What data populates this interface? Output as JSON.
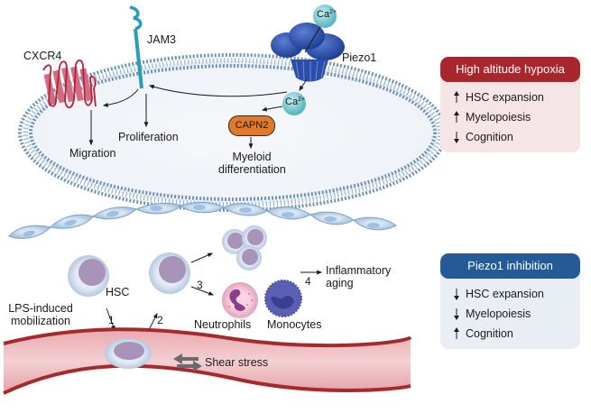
{
  "membrane_proteins": {
    "cxcr4": "CXCR4",
    "jam3": "JAM3",
    "piezo1": "Piezo1"
  },
  "ions": {
    "ca_outside": {
      "base": "Ca",
      "charge": "2+"
    },
    "ca_inside": {
      "base": "Ca",
      "charge": "2+"
    }
  },
  "intracellular": {
    "capn2": "CAPN2",
    "migration": "Migration",
    "proliferation": "Proliferation",
    "myeloid_line1": "Myeloid",
    "myeloid_line2": "differentiation"
  },
  "niche": {
    "hsc": "HSC",
    "lps_line1": "LPS-induced",
    "lps_line2": "mobilization",
    "step1": "1",
    "step2": "2",
    "step3": "3",
    "step4": "4",
    "neutrophils": "Neutrophils",
    "monocytes": "Monocytes",
    "inflammatory_line1": "Inflammatory",
    "inflammatory_line2": "aging",
    "shear_stress": "Shear stress"
  },
  "panels": [
    {
      "title": "High altitude hypoxia",
      "color": "#a8262c",
      "items": [
        {
          "label": "HSC expansion",
          "direction": "up"
        },
        {
          "label": "Myelopoiesis",
          "direction": "up"
        },
        {
          "label": "Cognition",
          "direction": "down"
        }
      ]
    },
    {
      "title": "Piezo1 inhibition",
      "color": "#245a96",
      "items": [
        {
          "label": "HSC expansion",
          "direction": "down"
        },
        {
          "label": "Myelopoiesis",
          "direction": "down"
        },
        {
          "label": "Cognition",
          "direction": "up"
        }
      ]
    }
  ],
  "colors": {
    "membrane": "#6f93b5",
    "cxcr4": "#b0243a",
    "jam3": "#2a9bb8",
    "piezo1": "#2b4fa8",
    "calcium": "#7cc8cf",
    "capn2": "#e07a2a",
    "vessel_wall": "#a52a2e",
    "vessel_lumen": "#ecbcc0",
    "hsc_nucleus": "#a893b9",
    "neutrophil": "#f0c2d3",
    "monocyte": "#5a5fb3"
  }
}
